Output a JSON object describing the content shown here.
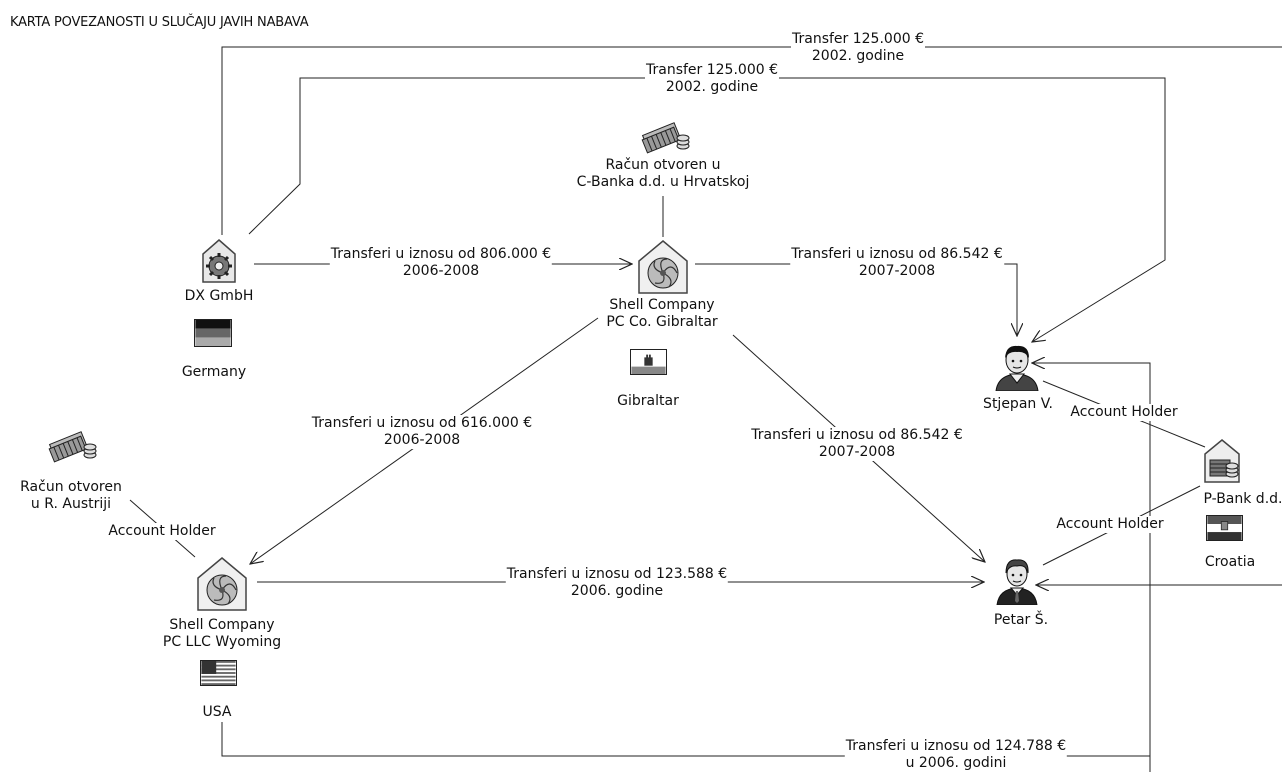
{
  "title": "KARTA POVEZANOSTI U SLUČAJU JAVIH NABAVA",
  "nodes": {
    "dx": {
      "name": "DX GmbH",
      "country": "Germany"
    },
    "shell_gib": {
      "line1": "Shell Company",
      "line2": "PC Co. Gibraltar",
      "country": "Gibraltar"
    },
    "shell_wyo": {
      "line1": "Shell Company",
      "line2": "PC LLC Wyoming",
      "country": "USA"
    },
    "stjepan": {
      "name": "Stjepan V."
    },
    "petar": {
      "name": "Petar Š."
    },
    "pbank": {
      "name": "P-Bank d.d.",
      "country": "Croatia"
    },
    "cbank": {
      "line1": "Račun otvoren u",
      "line2": "C-Banka d.d. u Hrvatskoj"
    },
    "austria": {
      "line1": "Račun otvoren",
      "line2": "u R. Austriji"
    }
  },
  "edges": {
    "top_outer": {
      "line1": "Transfer 125.000 €",
      "line2": "2002. godine"
    },
    "top_inner": {
      "line1": "Transfer 125.000 €",
      "line2": "2002. godine"
    },
    "dx_gib": {
      "line1": "Transferi u iznosu od 806.000 €",
      "line2": "2006-2008"
    },
    "gib_stjepan": {
      "line1": "Transferi u iznosu od 86.542 €",
      "line2": "2007-2008"
    },
    "gib_wyo": {
      "line1": "Transferi u iznosu od 616.000 €",
      "line2": "2006-2008"
    },
    "gib_petar": {
      "line1": "Transferi u iznosu od 86.542 €",
      "line2": "2007-2008"
    },
    "wyo_petar": {
      "line1": "Transferi u iznosu od 123.588 €",
      "line2": "2006. godine"
    },
    "bottom": {
      "line1": "Transferi u iznosu od 124.788 €",
      "line2": "u 2006. godini"
    },
    "account_holder_austria": "Account Holder",
    "account_holder_stjepan": "Account Holder",
    "account_holder_petar": "Account Holder"
  }
}
